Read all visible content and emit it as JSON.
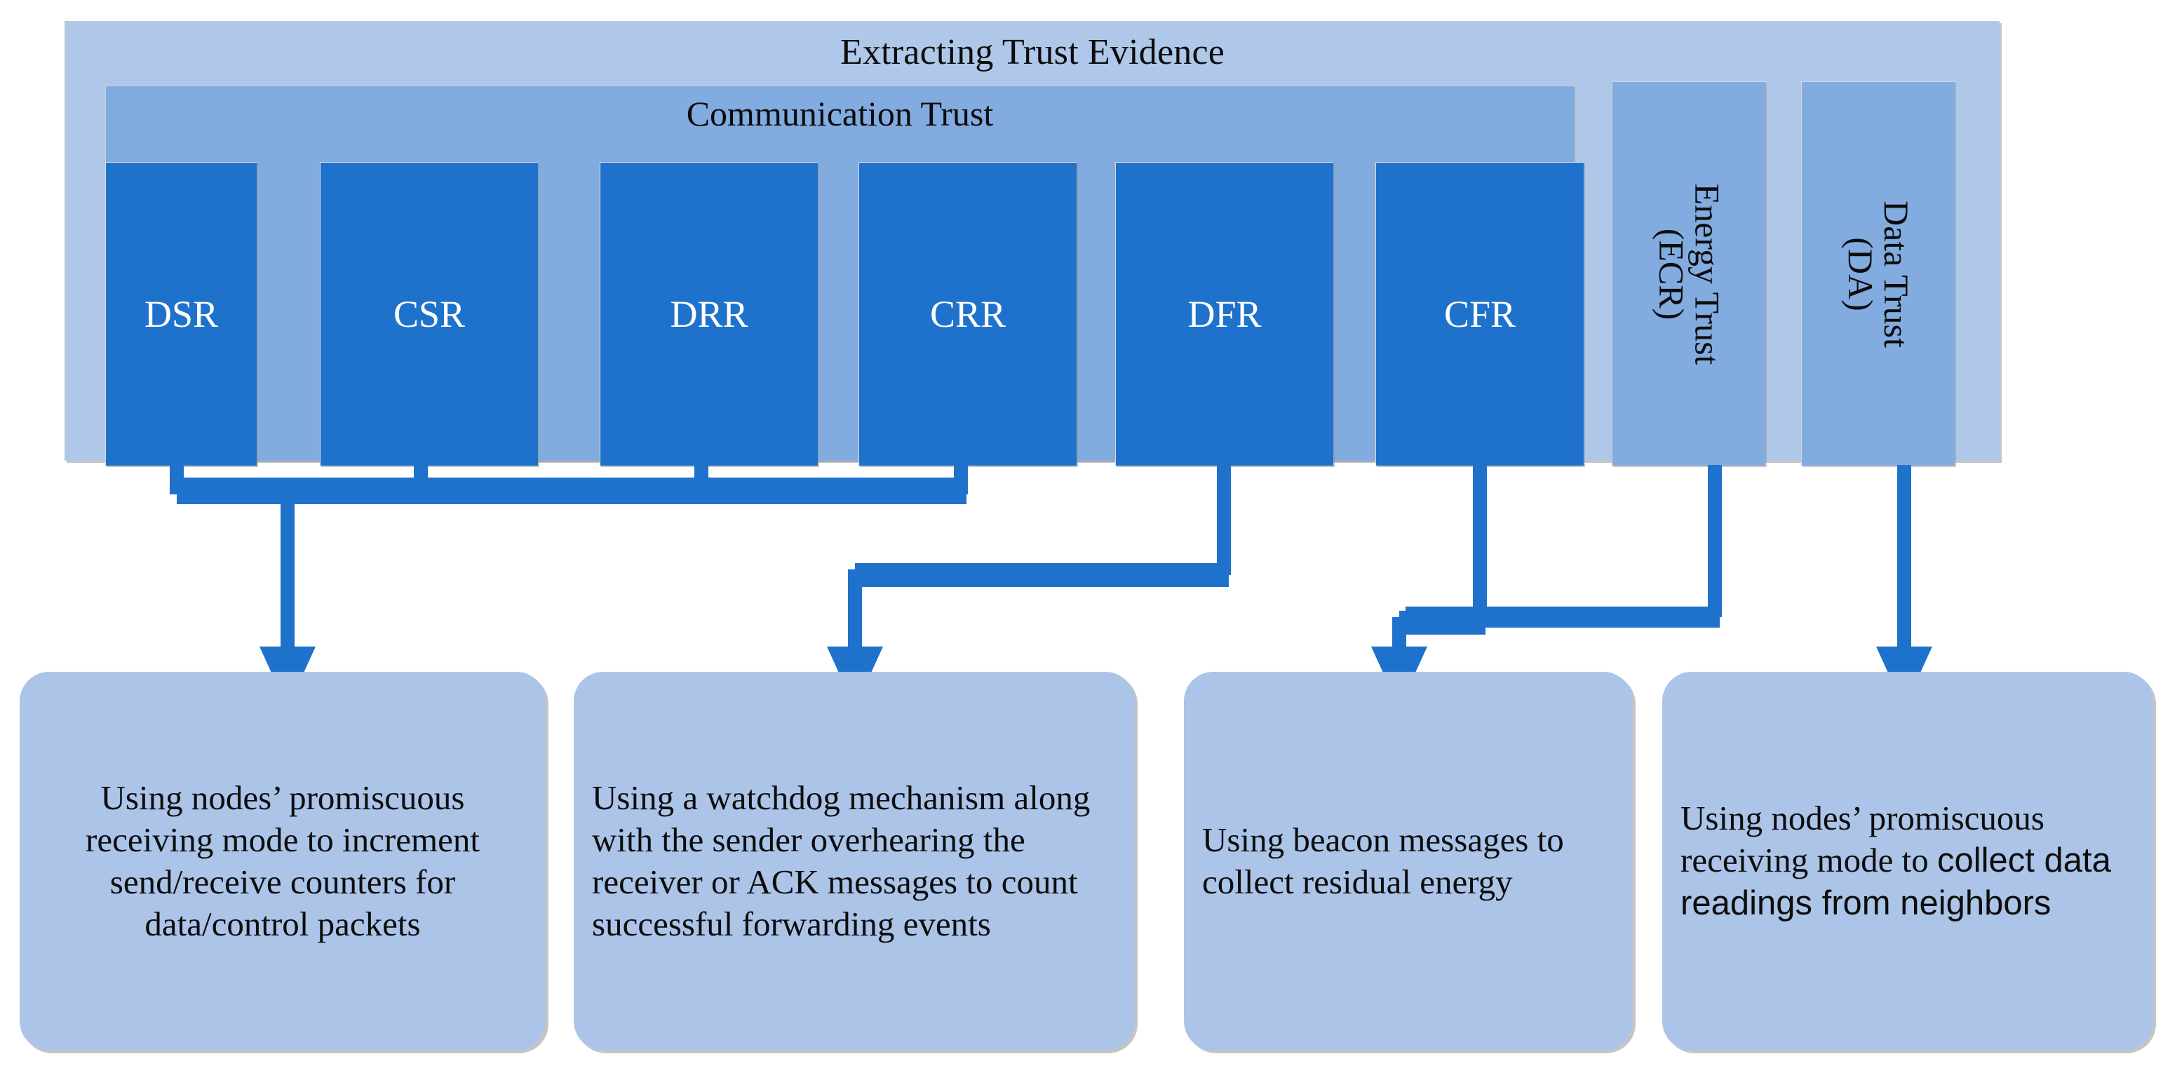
{
  "colors": {
    "outer_container": "#AFC7E8",
    "band": "#82ABE0",
    "metric_box": "#1F72CB",
    "leaf_box": "#ABC4E8",
    "connector": "#1F72CB",
    "text_dark": "#0D0D0D",
    "text_light": "#FFFFFF"
  },
  "header": {
    "title": "Extracting Trust Evidence"
  },
  "communication_trust": {
    "title": "Communication Trust",
    "metrics": [
      {
        "id": "dsr",
        "label": "DSR"
      },
      {
        "id": "csr",
        "label": "CSR"
      },
      {
        "id": "drr",
        "label": "DRR"
      },
      {
        "id": "crr",
        "label": "CRR"
      },
      {
        "id": "dfr",
        "label": "DFR"
      },
      {
        "id": "cfr",
        "label": "CFR"
      }
    ]
  },
  "side_trusts": [
    {
      "id": "energy-trust",
      "line1": "Energy Trust",
      "line2": "(ECR)"
    },
    {
      "id": "data-trust",
      "line1": "Data Trust",
      "line2": "(DA)"
    }
  ],
  "descriptions": [
    {
      "id": "desc-counters",
      "text": "Using nodes’ promiscuous receiving mode to increment send/receive counters for data/control packets"
    },
    {
      "id": "desc-watchdog",
      "text": "Using a watchdog mechanism along with the sender overhearing the receiver or ACK messages to count successful forwarding events"
    },
    {
      "id": "desc-beacon",
      "text": "Using beacon messages to collect residual energy"
    },
    {
      "id": "desc-data-readings",
      "text_serif": "Using nodes’ promiscuous receiving mode to ",
      "text_sans": "collect data readings from neighbors"
    }
  ]
}
